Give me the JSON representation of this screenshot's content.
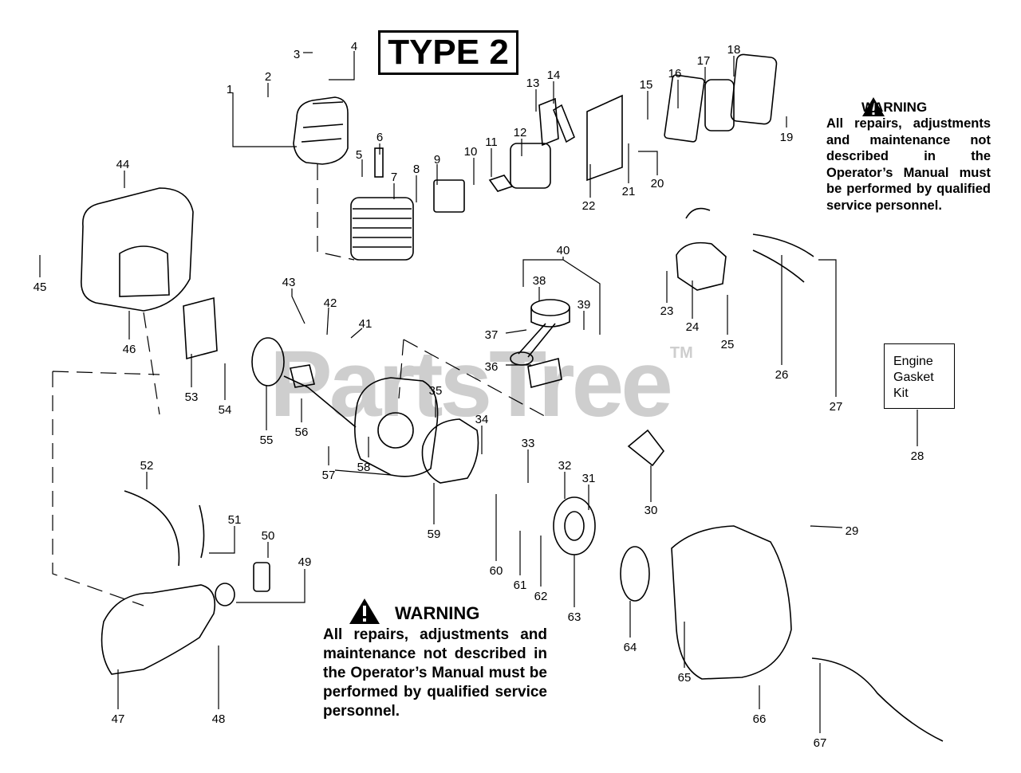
{
  "type_label": "TYPE 2",
  "watermark": {
    "text": "PartsTree",
    "tm": "TM"
  },
  "warning_small": {
    "title": "WARNING",
    "body": "All repairs, adjustments and maintenance not described in the Operator’s Manual must be performed by qualified service personnel."
  },
  "warning_large": {
    "title": "WARNING",
    "body": "All repairs, adjustments and maintenance not described in the Operator’s Manual must be performed by qualified service personnel."
  },
  "kit_box": {
    "line1": "Engine",
    "line2": "Gasket",
    "line3": "Kit"
  },
  "callouts": [
    "1",
    "2",
    "3",
    "4",
    "5",
    "6",
    "7",
    "8",
    "9",
    "10",
    "11",
    "12",
    "13",
    "14",
    "15",
    "16",
    "17",
    "18",
    "19",
    "20",
    "21",
    "22",
    "23",
    "24",
    "25",
    "26",
    "27",
    "28",
    "29",
    "30",
    "31",
    "32",
    "33",
    "34",
    "35",
    "36",
    "37",
    "38",
    "39",
    "40",
    "41",
    "42",
    "43",
    "44",
    "45",
    "46",
    "47",
    "48",
    "49",
    "50",
    "51",
    "52",
    "53",
    "54",
    "55",
    "56",
    "57",
    "58",
    "59",
    "60",
    "61",
    "62",
    "63",
    "64",
    "65",
    "66",
    "67"
  ]
}
